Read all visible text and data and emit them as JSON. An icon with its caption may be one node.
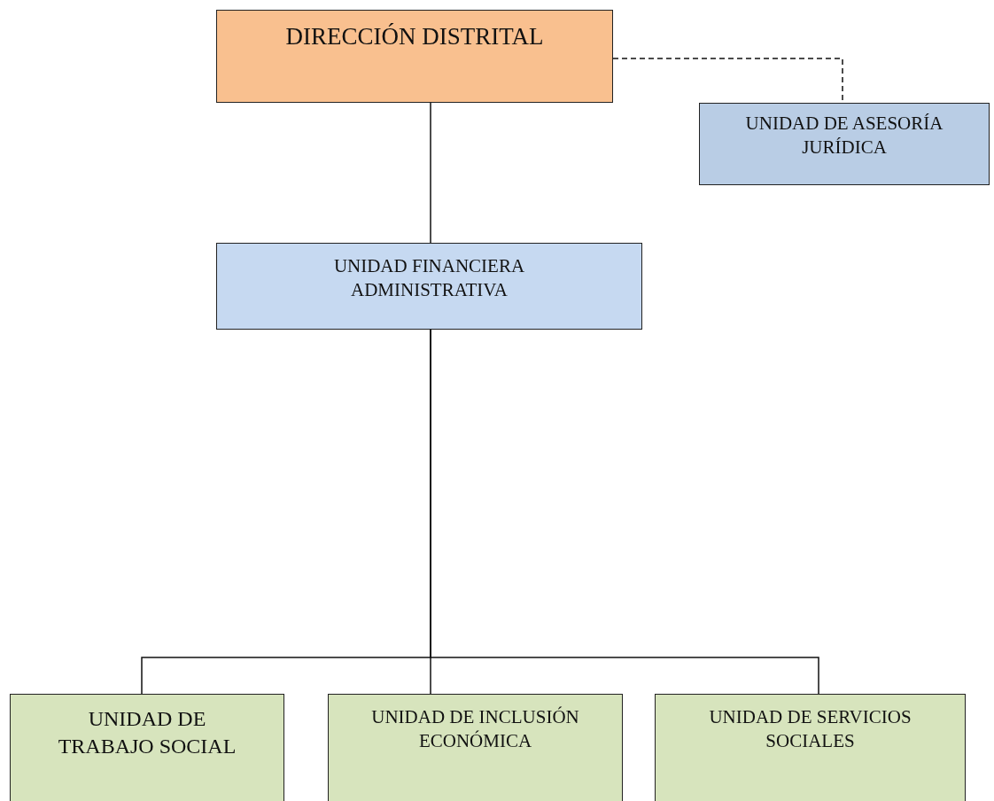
{
  "diagram": {
    "nodes": [
      {
        "text": [
          "DIRECCIÓN DISTRITAL"
        ]
      },
      {
        "text": [
          "UNIDAD DE ASESORÍA JURÍDICA"
        ]
      },
      {
        "text": [
          "UNIDAD FINANCIERA ADMINISTRATIVA"
        ]
      },
      {
        "text": [
          "UNIDAD DE TRABAJO SOCIAL"
        ]
      },
      {
        "text": [
          "UNIDAD DE INCLUSIÓN ECONÓMICA"
        ]
      },
      {
        "text": [
          "UNIDAD DE SERVICIOS SOCIALES"
        ]
      }
    ],
    "edges": [
      {
        "from": 0,
        "to": 1,
        "arrow": "none",
        "style": "dashed"
      },
      {
        "from": 0,
        "to": 2,
        "arrow": "none"
      },
      {
        "from": 2,
        "to": 3,
        "arrow": "none"
      },
      {
        "from": 2,
        "to": 4,
        "arrow": "none"
      },
      {
        "from": 2,
        "to": 5,
        "arrow": "none"
      }
    ]
  }
}
